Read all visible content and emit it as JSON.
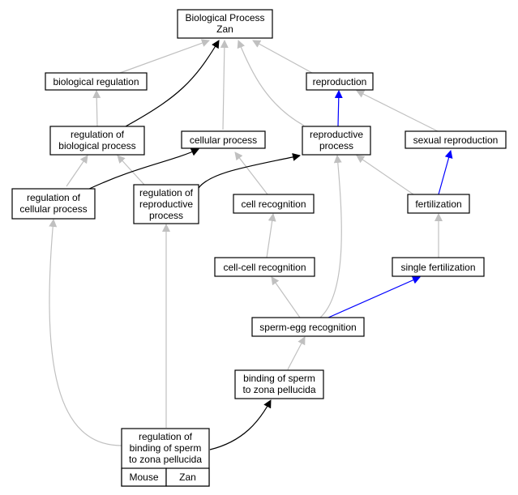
{
  "colors": {
    "gray": "#c0c0c0",
    "black": "#000000",
    "blue": "#0000ff",
    "legend": "#add8e6"
  },
  "nodes": {
    "bp_root": [
      "Biological Process",
      "Zan"
    ],
    "biological_regulation": [
      "biological regulation"
    ],
    "reproduction": [
      "reproduction"
    ],
    "regulation_of_biological_process": [
      "regulation of",
      "biological process"
    ],
    "cellular_process": [
      "cellular process"
    ],
    "reproductive_process": [
      "reproductive",
      "process"
    ],
    "sexual_reproduction": [
      "sexual reproduction"
    ],
    "regulation_of_cellular_process": [
      "regulation of",
      "cellular process"
    ],
    "regulation_of_reproductive_process": [
      "regulation of",
      "reproductive",
      "process"
    ],
    "cell_recognition": [
      "cell recognition"
    ],
    "fertilization": [
      "fertilization"
    ],
    "cell_cell_recognition": [
      "cell-cell recognition"
    ],
    "single_fertilization": [
      "single fertilization"
    ],
    "sperm_egg_recognition": [
      "sperm-egg recognition"
    ],
    "binding_of_sperm": [
      "binding of sperm",
      "to zona pellucida"
    ],
    "regulation_of_binding": [
      "regulation of",
      "binding of sperm",
      "to zona pellucida"
    ]
  },
  "legend": {
    "organism": "Mouse",
    "gene": "Zan"
  }
}
